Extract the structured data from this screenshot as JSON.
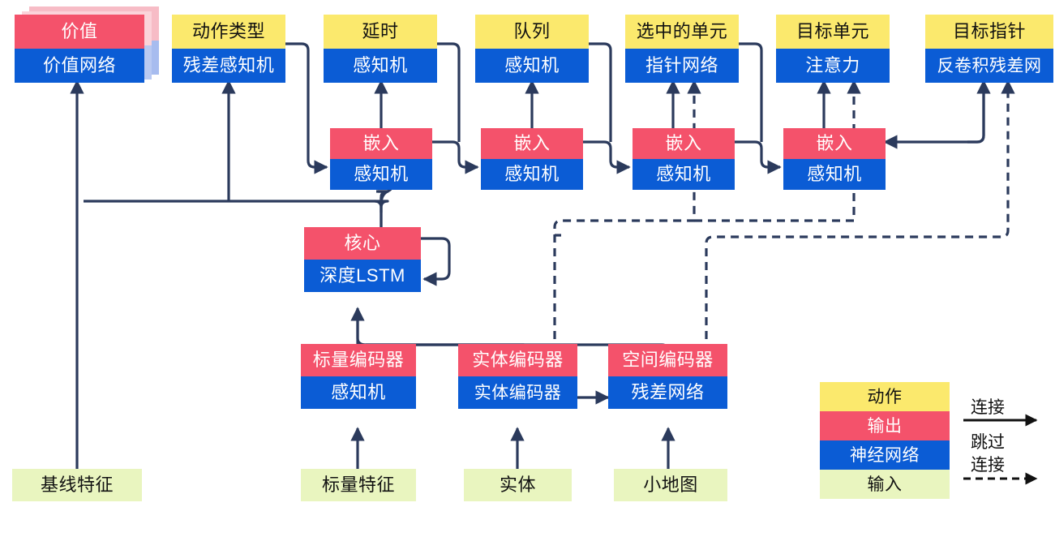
{
  "diagram": {
    "title": "AlphaStar-style network architecture diagram",
    "colors": {
      "action": "#fbe96d",
      "output": "#f4526b",
      "network": "#0b5cd5",
      "input": "#e9f5bf",
      "wire": "#2b3a5c"
    }
  },
  "heads": [
    {
      "id": "value",
      "action": "价值",
      "network": "价值网络"
    },
    {
      "id": "action-type",
      "action": "动作类型",
      "network": "残差感知机"
    },
    {
      "id": "delay",
      "action": "延时",
      "network": "感知机"
    },
    {
      "id": "queue",
      "action": "队列",
      "network": "感知机"
    },
    {
      "id": "selected-units",
      "action": "选中的单元",
      "network": "指针网络"
    },
    {
      "id": "target-unit",
      "action": "目标单元",
      "network": "注意力"
    },
    {
      "id": "target-point",
      "action": "目标指针",
      "network": "反卷积残差网"
    }
  ],
  "embeds": [
    {
      "id": "embed-1",
      "output": "嵌入",
      "network": "感知机"
    },
    {
      "id": "embed-2",
      "output": "嵌入",
      "network": "感知机"
    },
    {
      "id": "embed-3",
      "output": "嵌入",
      "network": "感知机"
    },
    {
      "id": "embed-4",
      "output": "嵌入",
      "network": "感知机"
    }
  ],
  "core": {
    "id": "core",
    "output": "核心",
    "network": "深度LSTM"
  },
  "encoders": [
    {
      "id": "scalar-encoder",
      "output": "标量编码器",
      "network": "感知机"
    },
    {
      "id": "entity-encoder",
      "output": "实体编码器",
      "network": "实体编码器"
    },
    {
      "id": "spatial-encoder",
      "output": "空间编码器",
      "network": "残差网络"
    }
  ],
  "inputs": [
    {
      "id": "baseline-features",
      "label": "基线特征"
    },
    {
      "id": "scalar-features",
      "label": "标量特征"
    },
    {
      "id": "entities",
      "label": "实体"
    },
    {
      "id": "minimap",
      "label": "小地图"
    }
  ],
  "legend": {
    "swatches": [
      {
        "id": "legend-action",
        "label": "动作",
        "kind": "action"
      },
      {
        "id": "legend-output",
        "label": "输出",
        "kind": "output"
      },
      {
        "id": "legend-network",
        "label": "神经网络",
        "kind": "network"
      },
      {
        "id": "legend-input",
        "label": "输入",
        "kind": "input"
      }
    ],
    "connect_label": "连接",
    "skip_label_line1": "跳过",
    "skip_label_line2": "连接"
  }
}
